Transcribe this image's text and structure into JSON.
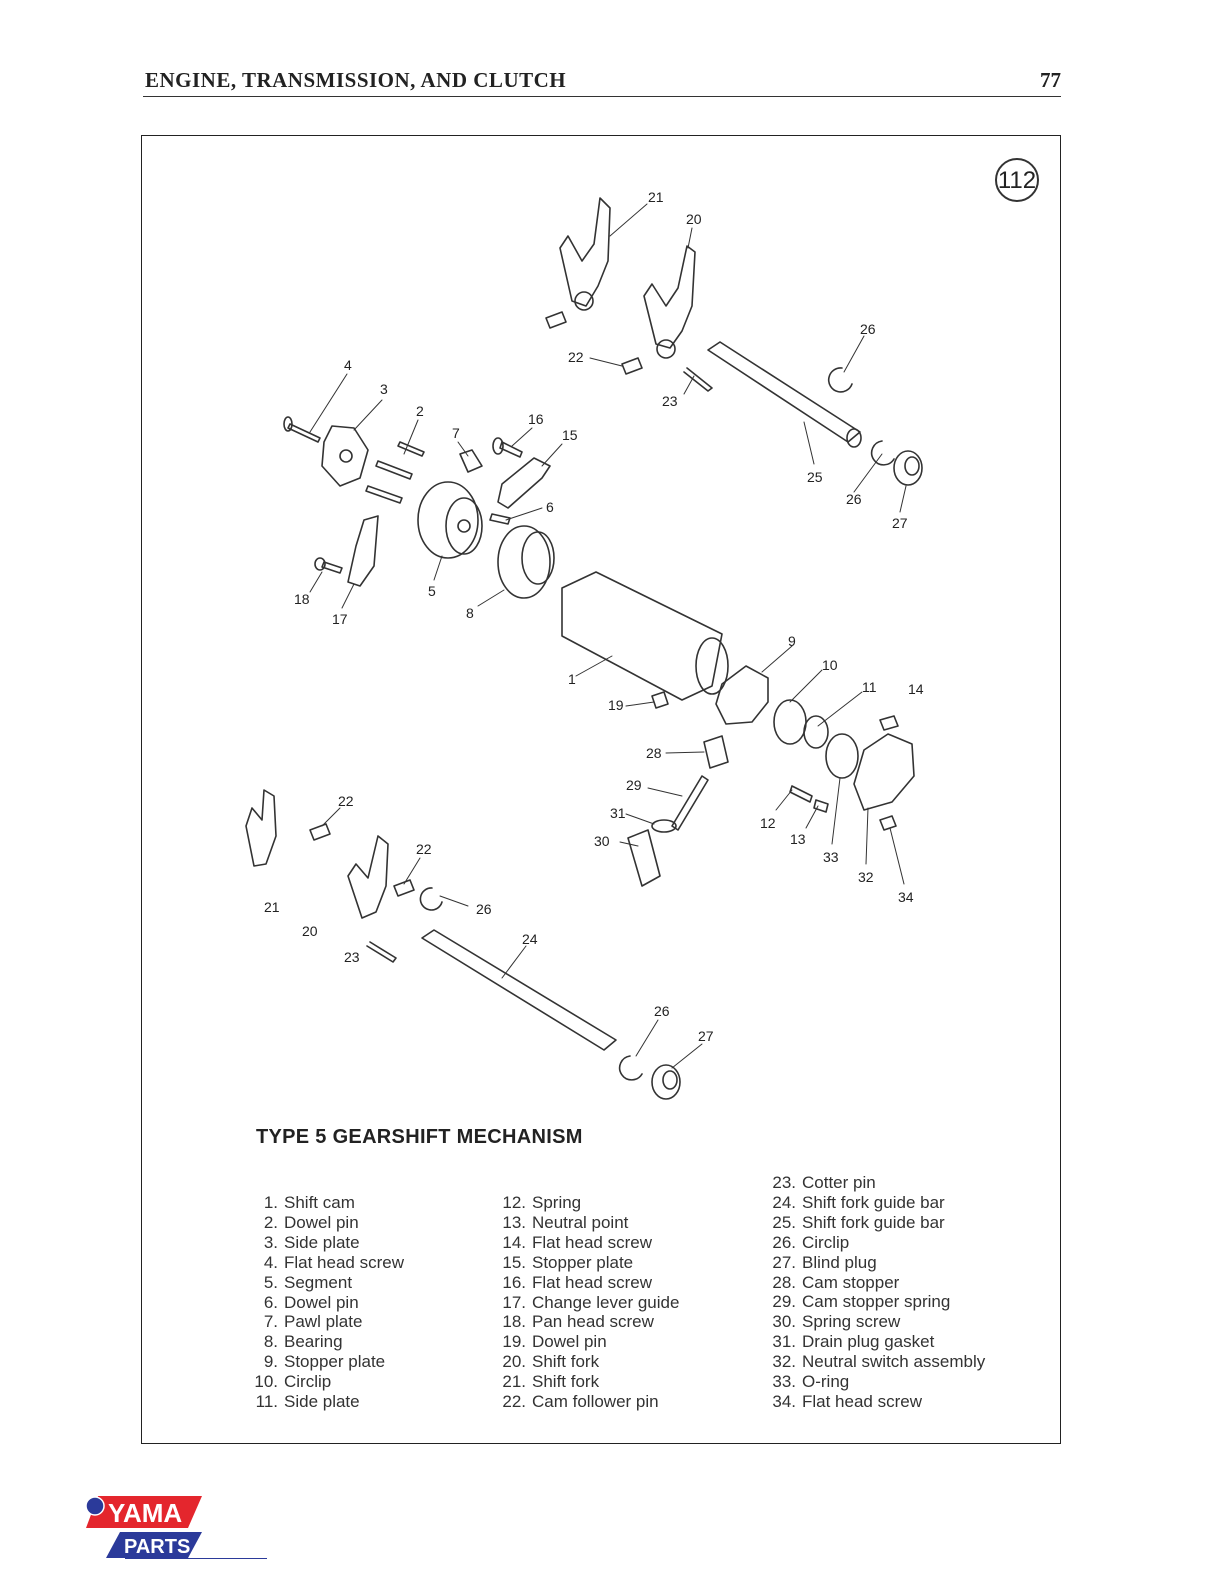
{
  "header": {
    "section": "ENGINE, TRANSMISSION, AND CLUTCH",
    "page": "77"
  },
  "figure": {
    "number": "112",
    "caption": "TYPE 5 GEARSHIFT MECHANISM",
    "callouts": {
      "c1": "1",
      "c2": "2",
      "c3": "3",
      "c4": "4",
      "c5": "5",
      "c6": "6",
      "c7": "7",
      "c8": "8",
      "c9": "9",
      "c10": "10",
      "c11": "11",
      "c12": "12",
      "c13": "13",
      "c14": "14",
      "c15": "15",
      "c16": "16",
      "c17": "17",
      "c18": "18",
      "c19": "19",
      "c20a": "20",
      "c20b": "20",
      "c21a": "21",
      "c21b": "21",
      "c22a": "22",
      "c22b": "22",
      "c22c": "22",
      "c23a": "23",
      "c23b": "23",
      "c24": "24",
      "c25": "25",
      "c26a": "26",
      "c26b": "26",
      "c26c": "26",
      "c26d": "26",
      "c27a": "27",
      "c27b": "27",
      "c28": "28",
      "c29": "29",
      "c30": "30",
      "c31": "31",
      "c32": "32",
      "c33": "33",
      "c34": "34"
    }
  },
  "legend": {
    "col1": [
      {
        "num": "1.",
        "name": "Shift cam"
      },
      {
        "num": "2.",
        "name": "Dowel pin"
      },
      {
        "num": "3.",
        "name": "Side plate"
      },
      {
        "num": "4.",
        "name": "Flat head screw"
      },
      {
        "num": "5.",
        "name": "Segment"
      },
      {
        "num": "6.",
        "name": "Dowel pin"
      },
      {
        "num": "7.",
        "name": "Pawl plate"
      },
      {
        "num": "8.",
        "name": "Bearing"
      },
      {
        "num": "9.",
        "name": "Stopper plate"
      },
      {
        "num": "10.",
        "name": "Circlip"
      },
      {
        "num": "11.",
        "name": "Side plate"
      }
    ],
    "col2": [
      {
        "num": "12.",
        "name": "Spring"
      },
      {
        "num": "13.",
        "name": "Neutral point"
      },
      {
        "num": "14.",
        "name": "Flat head screw"
      },
      {
        "num": "15.",
        "name": "Stopper plate"
      },
      {
        "num": "16.",
        "name": "Flat head screw"
      },
      {
        "num": "17.",
        "name": "Change lever guide"
      },
      {
        "num": "18.",
        "name": "Pan head screw"
      },
      {
        "num": "19.",
        "name": "Dowel pin"
      },
      {
        "num": "20.",
        "name": "Shift fork"
      },
      {
        "num": "21.",
        "name": "Shift fork"
      },
      {
        "num": "22.",
        "name": "Cam follower pin"
      }
    ],
    "col3": [
      {
        "num": "23.",
        "name": "Cotter pin"
      },
      {
        "num": "24.",
        "name": "Shift fork guide bar"
      },
      {
        "num": "25.",
        "name": "Shift fork guide bar"
      },
      {
        "num": "26.",
        "name": "Circlip"
      },
      {
        "num": "27.",
        "name": "Blind plug"
      },
      {
        "num": "28.",
        "name": "Cam stopper"
      },
      {
        "num": "29.",
        "name": "Cam stopper spring"
      },
      {
        "num": "30.",
        "name": "Spring screw"
      },
      {
        "num": "31.",
        "name": "Drain plug gasket"
      },
      {
        "num": "32.",
        "name": "Neutral switch assembly"
      },
      {
        "num": "33.",
        "name": "O-ring"
      },
      {
        "num": "34.",
        "name": "Flat head screw"
      }
    ]
  },
  "logo": {
    "line1": "YAMA",
    "line2": "PARTS"
  },
  "colors": {
    "logo_red": "#e4262d",
    "logo_blue": "#2b3a9a"
  }
}
